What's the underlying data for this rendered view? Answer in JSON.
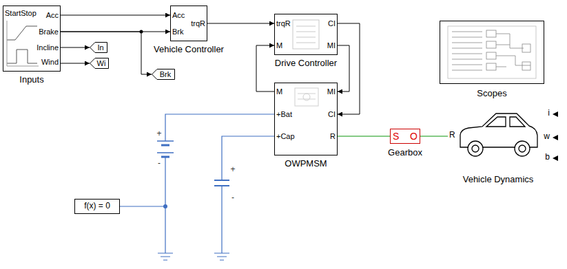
{
  "diagram": {
    "nodes": [
      {
        "text": [
          "StartStop",
          "Acc",
          "Brake",
          "Incline",
          "Wind",
          "Inputs"
        ]
      },
      {
        "text": [
          "In"
        ]
      },
      {
        "text": [
          "Wi"
        ]
      },
      {
        "text": [
          "Acc",
          "Brk",
          "trqR",
          "Vehicle Controller"
        ]
      },
      {
        "text": [
          "Brk"
        ]
      },
      {
        "text": [
          "trqR",
          "M",
          "CI",
          "MI",
          "Drive Controller"
        ]
      },
      {
        "text": [
          "Scopes"
        ]
      },
      {
        "text": [
          "M",
          "+Bat",
          "+Cap",
          "MI",
          "CI",
          "R",
          "OWPMSM"
        ]
      },
      {
        "text": [
          "S",
          "O",
          "Gearbox"
        ]
      },
      {
        "text": [
          "R",
          "i",
          "w",
          "b",
          "Vehicle Dynamics"
        ]
      },
      {
        "text": [
          "f(x) = 0"
        ]
      }
    ],
    "edges": [
      {
        "from": 0,
        "to": 3,
        "arrow": "to"
      },
      {
        "from": 0,
        "to": 3,
        "arrow": "to"
      },
      {
        "from": 0,
        "to": 1,
        "arrow": "to"
      },
      {
        "from": 0,
        "to": 2,
        "arrow": "to"
      },
      {
        "from": 0,
        "to": 4,
        "arrow": "to"
      },
      {
        "from": 3,
        "to": 5,
        "arrow": "to"
      },
      {
        "from": 7,
        "to": 5,
        "arrow": "to"
      },
      {
        "from": 5,
        "to": 7,
        "arrow": "to"
      },
      {
        "from": 5,
        "to": 7,
        "arrow": "to"
      },
      {
        "from": 7,
        "to": 8,
        "arrow": "none"
      },
      {
        "from": 8,
        "to": 9,
        "arrow": "none"
      }
    ],
    "labels": [
      "+",
      "-",
      "+",
      "-"
    ]
  }
}
